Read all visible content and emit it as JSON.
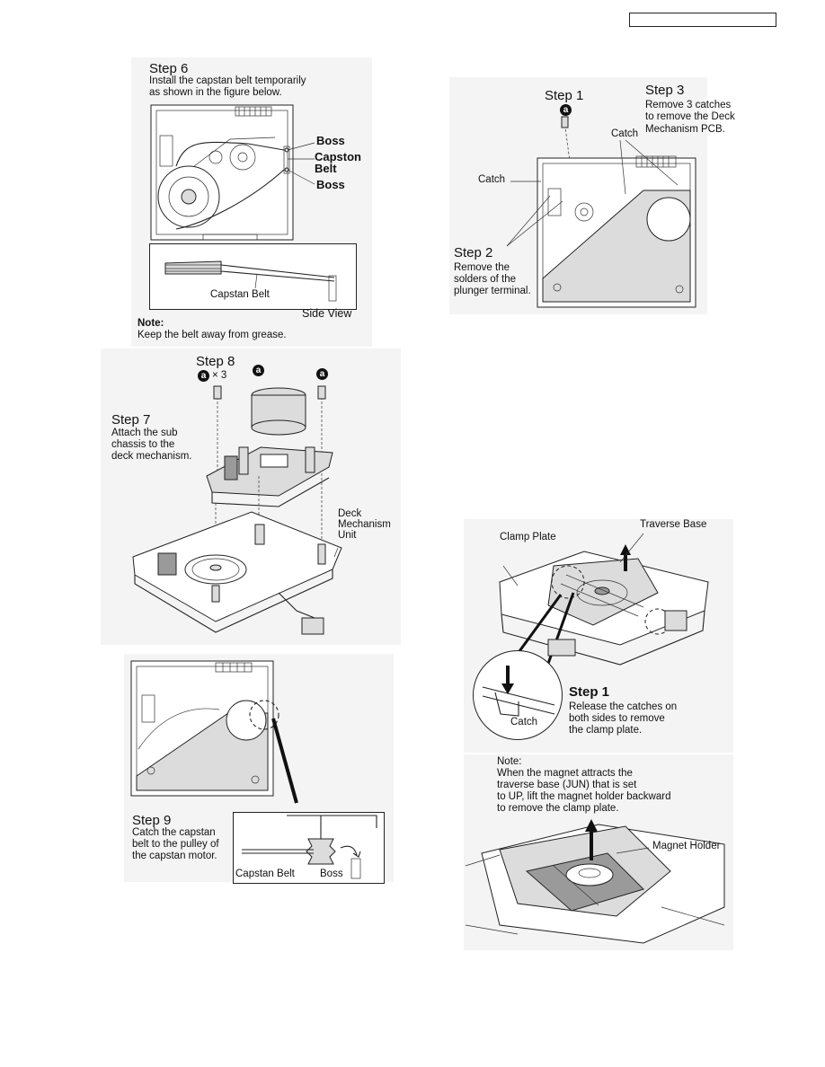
{
  "header": {
    "box_text": ""
  },
  "step6": {
    "title": "Step 6",
    "desc_line1": "Install the capstan belt temporarily",
    "desc_line2": "as shown in the figure below.",
    "labels": {
      "boss_top": "Boss",
      "capston_1": "Capston",
      "capston_2": "Belt",
      "boss_bottom": "Boss"
    },
    "side_view": {
      "belt_label": "Capstan Belt",
      "caption": "Side View"
    },
    "note_title": "Note:",
    "note_text": "Keep the belt away from grease."
  },
  "step7": {
    "title": "Step 7",
    "lines": [
      "Attach the sub",
      "chassis to the",
      "deck mechanism."
    ],
    "unit_label": [
      "Deck",
      "Mechanism",
      "Unit"
    ]
  },
  "step8": {
    "title": "Step 8",
    "screw_mark": "a",
    "qty": "× 3"
  },
  "step9": {
    "title": "Step 9",
    "lines": [
      "Catch the capstan",
      "belt to the pulley of",
      "the capstan motor."
    ],
    "detail": {
      "belt_label": "Capstan Belt",
      "boss_label": "Boss"
    }
  },
  "pcb": {
    "step1": "Step 1",
    "screw_mark": "a",
    "step3_title": "Step 3",
    "step3_lines": [
      "Remove 3 catches",
      "to remove the Deck",
      "Mechanism PCB."
    ],
    "catch_top": "Catch",
    "catch_left": "Catch",
    "step2_title": "Step 2",
    "step2_lines": [
      "Remove the",
      "solders of the",
      "plunger terminal."
    ]
  },
  "clamp": {
    "clamp_plate": "Clamp Plate",
    "traverse_base": "Traverse Base",
    "step1_title": "Step 1",
    "step1_lines": [
      "Release the catches on",
      "both sides to remove",
      "the clamp plate."
    ],
    "catch_label": "Catch",
    "note_title": "Note:",
    "note_lines": [
      "When the magnet attracts the",
      "traverse base (JUN) that is set",
      "to UP, lift the magnet holder backward",
      "to remove the clamp plate."
    ],
    "magnet_holder": "Magnet Holder"
  }
}
